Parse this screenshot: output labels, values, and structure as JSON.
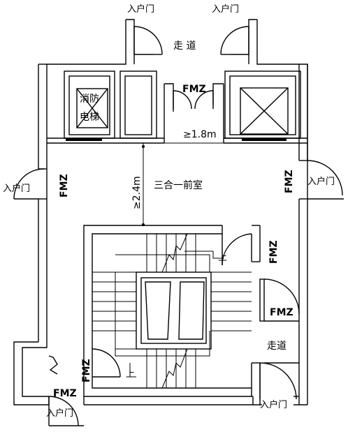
{
  "labels": {
    "entry_door_top_left": "入户门",
    "entry_door_top_right": "入户门",
    "corridor_top": "走 道",
    "fm_top": "FMZ",
    "fire_elevator_line1": "消防",
    "fire_elevator_line2": "电梯",
    "dim_width": "≥1.8m",
    "dim_depth": "≥2.4m",
    "anteroom": "三合一前室",
    "entry_door_left": "入户门",
    "fm_left": "FMZ",
    "fm_right": "FMZ",
    "entry_door_right": "入户门",
    "fm_stair_right": "FMZ",
    "fm_right_lower": "FMZ",
    "corridor_right": "走道",
    "fm_stair_left": "FMZ",
    "fm_bottom_left": "FMZ",
    "entry_door_bottom_left": "入户门",
    "entry_door_bottom_right": "入户门",
    "stair_up_top": "上",
    "stair_up_bottom": "上"
  }
}
